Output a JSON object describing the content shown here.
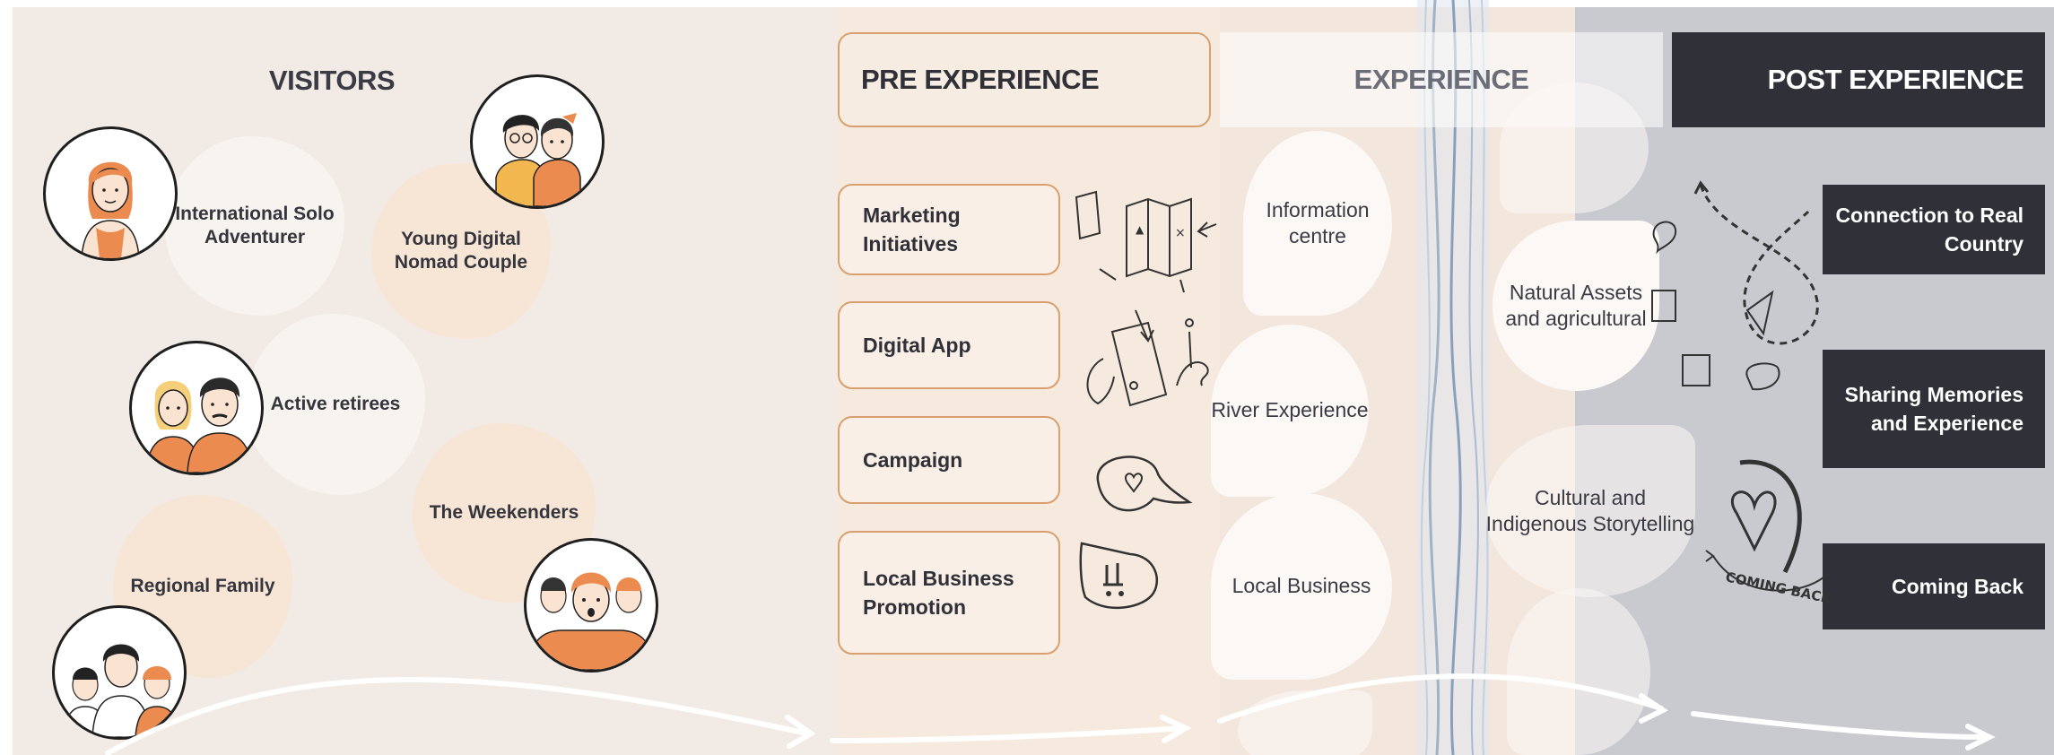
{
  "headers": {
    "visitors": "VISITORS",
    "pre_experience": "PRE EXPERIENCE",
    "experience": "EXPERIENCE",
    "post_experience": "POST EXPERIENCE"
  },
  "visitors": [
    {
      "label": "International Solo Adventurer"
    },
    {
      "label": "Young Digital Nomad Couple"
    },
    {
      "label": "Active retirees"
    },
    {
      "label": "The Weekenders"
    },
    {
      "label": "Regional Family"
    }
  ],
  "pre_experience": [
    {
      "label": "Marketing Initiatives"
    },
    {
      "label": "Digital App"
    },
    {
      "label": "Campaign"
    },
    {
      "label": "Local Business Promotion"
    }
  ],
  "experience": [
    {
      "label": "Information centre"
    },
    {
      "label": "River Experience"
    },
    {
      "label": "Local Business"
    },
    {
      "label": "Natural Assets and agricultural"
    },
    {
      "label": "Cultural and Indigenous Storytelling"
    }
  ],
  "post_experience": [
    {
      "label": "Connection to Real Country"
    },
    {
      "label": "Sharing Memories and Experience"
    },
    {
      "label": "Coming Back"
    }
  ],
  "sketch_text": {
    "coming_back": "COMING BACK"
  },
  "colors": {
    "dark": "#2f3038",
    "accent_outline": "#d9a06f",
    "avatar_orange": "#e8874a"
  }
}
